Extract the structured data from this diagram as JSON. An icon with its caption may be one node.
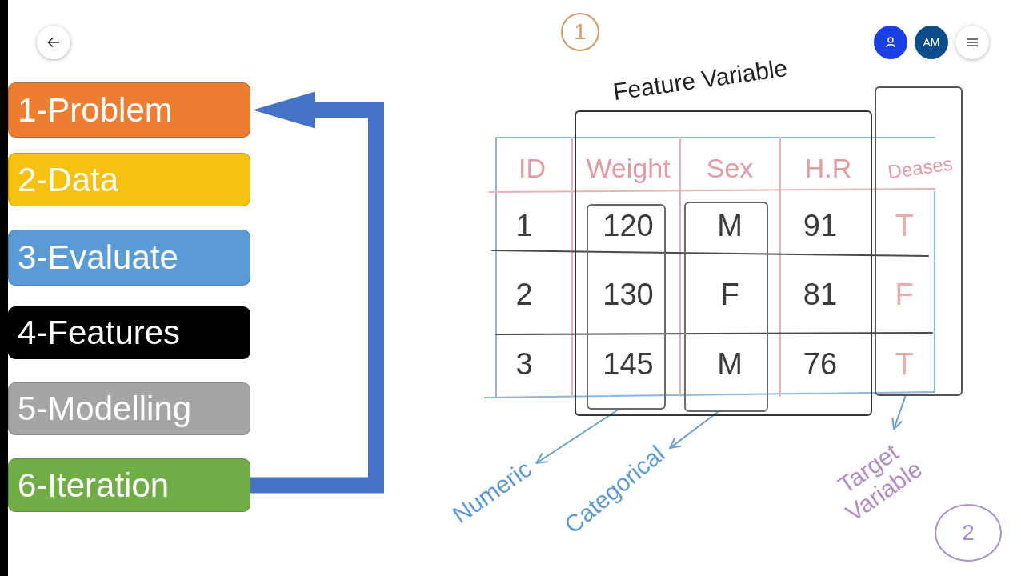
{
  "diagram": {
    "nodes": [
      {
        "text": [
          "1-Problem"
        ]
      },
      {
        "text": [
          "2-Data"
        ]
      },
      {
        "text": [
          "3-Evaluate"
        ]
      },
      {
        "text": [
          "4-Features"
        ]
      },
      {
        "text": [
          "5-Modelling"
        ]
      },
      {
        "text": [
          "6-Iteration"
        ]
      },
      {
        "text": [
          "1"
        ]
      },
      {
        "text": [
          "Feature Variable"
        ]
      },
      {
        "text": [],
        "shape": "box"
      },
      {
        "text": [],
        "shape": "box",
        "in": 7
      },
      {
        "text": [],
        "shape": "box",
        "in": 7
      },
      {
        "text": [
          "Numeric"
        ]
      },
      {
        "text": [
          "Categorical"
        ]
      },
      {
        "text": [
          "Target Variable"
        ]
      },
      {
        "text": [
          "2"
        ]
      }
    ],
    "edges": [
      {
        "from": 5,
        "to": 0,
        "arrow": "to",
        "style": "thick",
        "color": "#4472c4"
      },
      {
        "from": 9,
        "to": 11,
        "arrow": "to"
      },
      {
        "from": 10,
        "to": 12,
        "arrow": "to"
      },
      {
        "from": 8,
        "to": 13,
        "arrow": "to"
      }
    ],
    "labels": [
      "AM",
      "ID",
      "Weight",
      "Sex",
      "H.R",
      "Deases",
      "1",
      "120",
      "M",
      "91",
      "T",
      "2",
      "130",
      "F",
      "81",
      "F",
      "3",
      "145",
      "M",
      "76",
      "T"
    ]
  }
}
